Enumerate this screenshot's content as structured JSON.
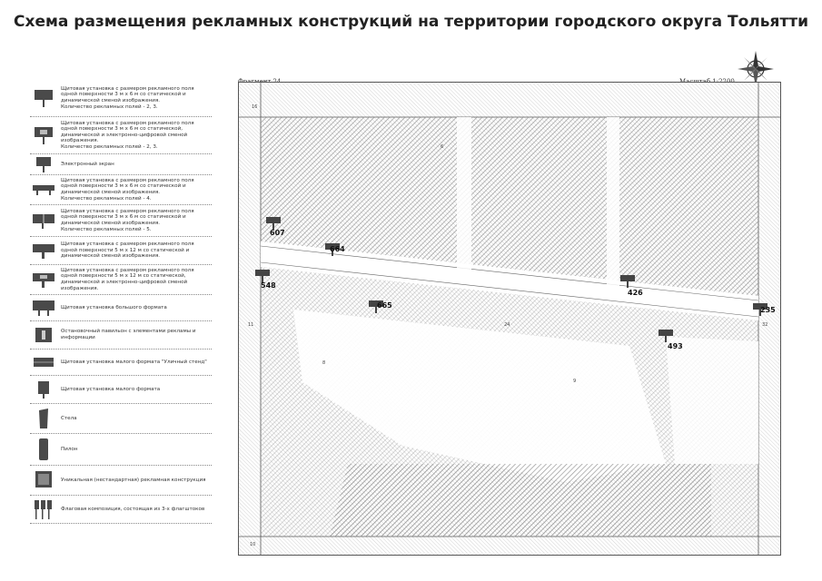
{
  "title": "Схема размещения рекламных конструкций на территории городского округа Тольятти",
  "map": {
    "fragment": "Фрагмент 24",
    "scale": "Масштаб 1:2200",
    "grid_numbers": {
      "top_left": "16",
      "mid_left": "11",
      "bottom_left": "10",
      "right": "32",
      "center": "24",
      "upper": "6",
      "misc_a": "8",
      "misc_b": "9"
    },
    "markers": [
      {
        "id": "607"
      },
      {
        "id": "664"
      },
      {
        "id": "548"
      },
      {
        "id": "665"
      },
      {
        "id": "426"
      },
      {
        "id": "235"
      },
      {
        "id": "493"
      }
    ]
  },
  "legend": [
    {
      "symbol": "billboard-3x6-icon",
      "text": "Щитовая установка с размером рекламного поля одной поверхности 3 м х 6 м со статической и динамической сменой изображения.\nКоличество рекламных полей - 2, 3."
    },
    {
      "symbol": "billboard-3x6-digital-icon",
      "text": "Щитовая установка с размером рекламного поля одной поверхности 3 м х 6 м со статической, динамической и электронно-цифровой сменой изображения.\nКоличество рекламных полей - 2, 3."
    },
    {
      "symbol": "electronic-screen-icon",
      "text": "Электронный экран"
    },
    {
      "symbol": "billboard-4-fields-icon",
      "text": "Щитовая установка с размером рекламного поля одной поверхности 3 м х 6 м со статической и динамической сменой изображения.\nКоличество рекламных полей - 4."
    },
    {
      "symbol": "billboard-5-fields-icon",
      "text": "Щитовая установка с размером рекламного поля одной поверхности 3 м х 6 м со статической и динамической сменой изображения.\nКоличество рекламных полей - 5."
    },
    {
      "symbol": "billboard-5x12-icon",
      "text": "Щитовая установка с размером рекламного поля одной поверхности 5 м х 12 м со статической и динамической сменой изображения."
    },
    {
      "symbol": "billboard-5x12-digital-icon",
      "text": "Щитовая установка с размером рекламного поля одной поверхности 5 м х 12 м со статической, динамической и электронно-цифровой сменой изображения."
    },
    {
      "symbol": "large-format-icon",
      "text": "Щитовая установка большого формата"
    },
    {
      "symbol": "bus-stop-icon",
      "text": "Остановочный павильон с элементами рекламы и информации"
    },
    {
      "symbol": "street-stand-icon",
      "text": "Щитовая установка малого формата \"Уличный стенд\""
    },
    {
      "symbol": "small-format-icon",
      "text": "Щитовая установка малого формата"
    },
    {
      "symbol": "stele-icon",
      "text": "Стела"
    },
    {
      "symbol": "pylon-icon",
      "text": "Пилон"
    },
    {
      "symbol": "unique-construction-icon",
      "text": "Уникальная (нестандартная) рекламная конструкция"
    },
    {
      "symbol": "flag-composition-icon",
      "text": "Флаговая композиция, состоящая из 3-х флагштоков"
    }
  ],
  "colors": {
    "hatch": "#9a9a9a",
    "marker": "#444444",
    "text": "#222222"
  }
}
